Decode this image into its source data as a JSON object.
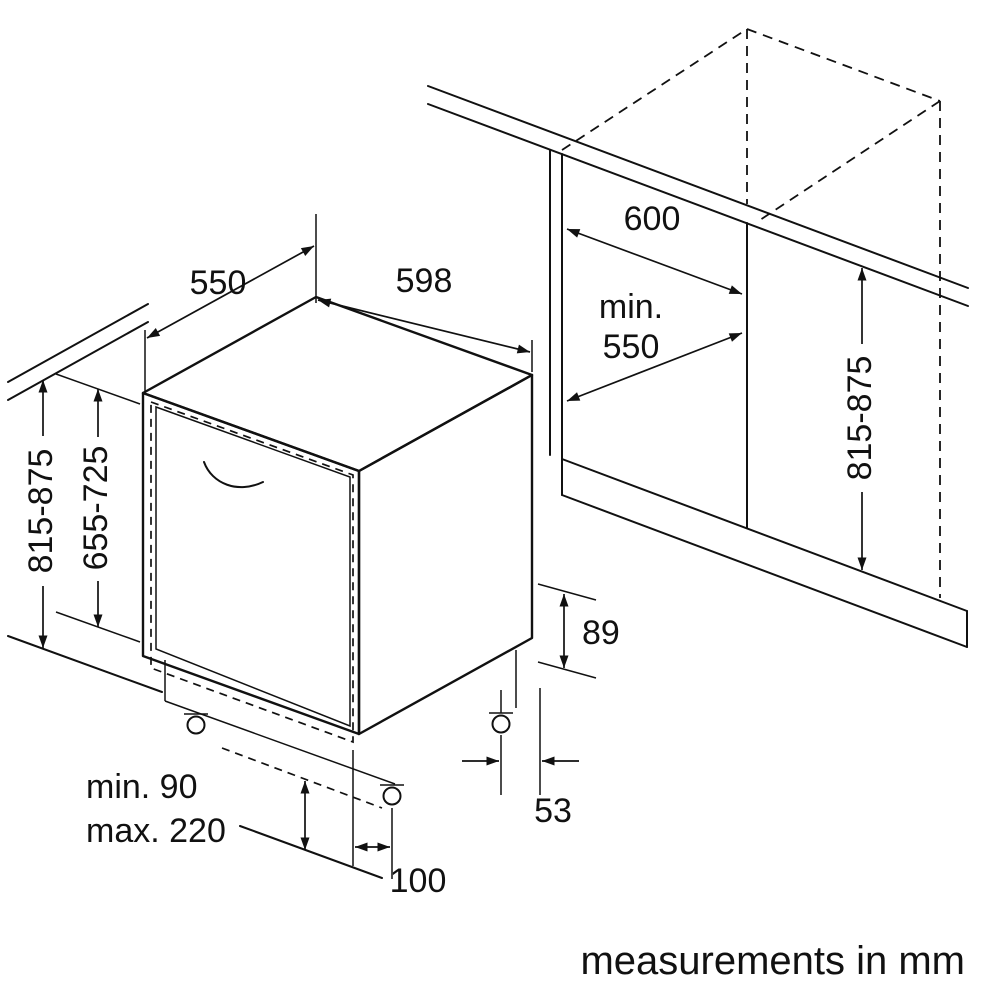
{
  "diagram": {
    "note": "measurements in mm",
    "appliance": {
      "depth": "550",
      "width": "598",
      "height_range": "815-875",
      "door_height_range": "655-725",
      "plinth_min": "min. 90",
      "plinth_max": "max. 220",
      "front_foot_offset": "100",
      "base_recess_height": "89",
      "rear_foot_offset": "53"
    },
    "niche": {
      "width": "600",
      "depth_prefix": "min.",
      "depth_value": "550",
      "height_range": "815-875"
    }
  }
}
